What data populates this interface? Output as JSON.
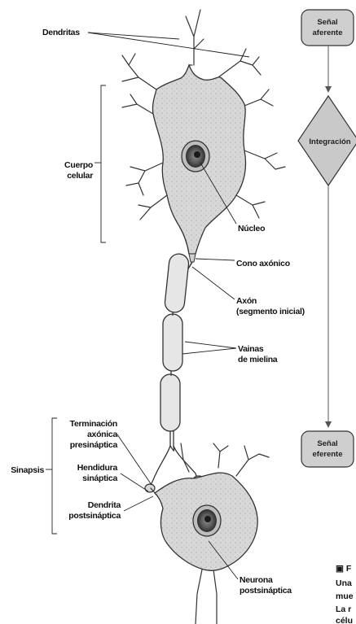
{
  "labels": {
    "dendritas": "Dendritas",
    "cuerpo_celular_1": "Cuerpo",
    "cuerpo_celular_2": "celular",
    "nucleo": "Núcleo",
    "cono_axonico": "Cono axónico",
    "axon_1": "Axón",
    "axon_2": "(segmento inicial)",
    "vainas_1": "Vainas",
    "vainas_2": "de mielina",
    "terminacion_1": "Terminación",
    "terminacion_2": "axónica",
    "terminacion_3": "presináptica",
    "hendidura_1": "Hendidura",
    "hendidura_2": "sináptica",
    "dendrita_post_1": "Dendrita",
    "dendrita_post_2": "postsináptica",
    "sinapsis": "Sinapsis",
    "neurona_post_1": "Neurona",
    "neurona_post_2": "postsináptica"
  },
  "flow": {
    "afferent_1": "Señal",
    "afferent_2": "aferente",
    "integration": "Integración",
    "efferent_1": "Señal",
    "efferent_2": "eferente"
  },
  "caption": {
    "line1": "▣ F",
    "line2": "Una",
    "line3": "mue",
    "line4": "La r",
    "line5": "célu"
  },
  "colors": {
    "cell_fill": "#dcdcdc",
    "outline": "#333333",
    "flow_box": "#cfcfcf"
  }
}
